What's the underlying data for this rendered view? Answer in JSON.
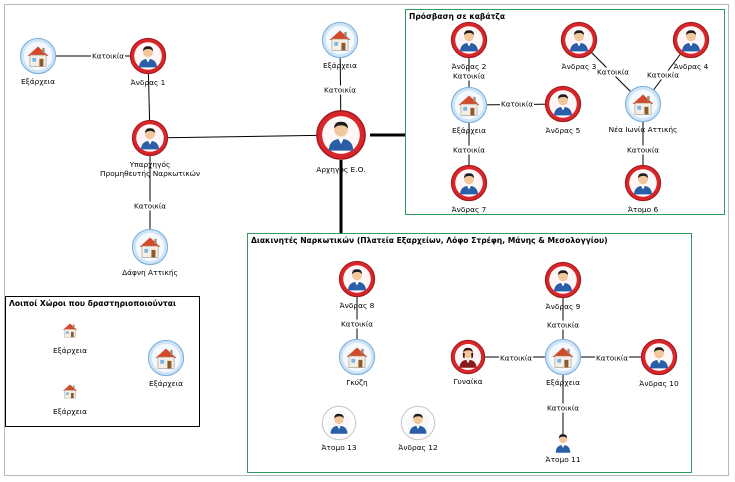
{
  "colors": {
    "person_red": "#d8262b",
    "person_white": "#ffffff",
    "house_blue": "#a9cdee",
    "group_green": "#2f9a62",
    "group_black": "#000000"
  },
  "groups": {
    "kavatza": {
      "title": "Πρόσβαση σε καβάτζα"
    },
    "diakinites": {
      "title": "Διακινητές Ναρκωτικών (Πλατεία Εξαρχείων, Λόφο Στρέφη, Μάνης & Μεσολογγίου)"
    },
    "loipoi": {
      "title": "Λοιποί Χώροι που δραστηριοποιούνται"
    }
  },
  "nodes": [
    {
      "id": "exarcheia_a",
      "type": "house",
      "label": "Εξάρχεια"
    },
    {
      "id": "andras1",
      "type": "person-red",
      "label": "Άνδρας 1"
    },
    {
      "id": "ypaxnikos",
      "type": "person-red",
      "label": "Υπαρχηγός\nΠρομηθευτής Ναρκωτικών"
    },
    {
      "id": "dafni",
      "type": "house",
      "label": "Δάφνη Αττικής"
    },
    {
      "id": "exarcheia_top",
      "type": "house",
      "label": "Εξάρχεια"
    },
    {
      "id": "archigos",
      "type": "person-red-big",
      "label": "Αρχηγός Ε.Ο."
    },
    {
      "id": "andras2",
      "type": "person-red",
      "label": "Άνδρας 2"
    },
    {
      "id": "exarcheia_k",
      "type": "house",
      "label": "Εξάρχεια"
    },
    {
      "id": "andras5",
      "type": "person-red",
      "label": "Άνδρας 5"
    },
    {
      "id": "andras7",
      "type": "person-red",
      "label": "Άνδρας 7"
    },
    {
      "id": "andras3",
      "type": "person-red",
      "label": "Άνδρας 3"
    },
    {
      "id": "andras4",
      "type": "person-red",
      "label": "Άνδρας 4"
    },
    {
      "id": "nea_ionia",
      "type": "house",
      "label": "Νέα Ιωνία Αττικής"
    },
    {
      "id": "atomo6",
      "type": "person-red",
      "label": "Άτομο 6"
    },
    {
      "id": "andras8",
      "type": "person-red",
      "label": "Άνδρας 8"
    },
    {
      "id": "gkyzi",
      "type": "house",
      "label": "Γκύζη"
    },
    {
      "id": "andras9",
      "type": "person-red",
      "label": "Άνδρας 9"
    },
    {
      "id": "gynaika",
      "type": "woman-red",
      "label": "Γυναίκα"
    },
    {
      "id": "exarcheia_d",
      "type": "house",
      "label": "Εξάρχεια"
    },
    {
      "id": "andras10",
      "type": "person-red",
      "label": "Άνδρας 10"
    },
    {
      "id": "atomo13",
      "type": "person-white",
      "label": "Άτομο 13"
    },
    {
      "id": "andras12",
      "type": "person-white",
      "label": "Άνδρας 12"
    },
    {
      "id": "atomo11",
      "type": "person-plain",
      "label": "Άτομο 11"
    },
    {
      "id": "exarcheia_l1",
      "type": "house-small",
      "label": "Εξάρχεια"
    },
    {
      "id": "exarcheia_l2",
      "type": "house",
      "label": "Εξάρχεια"
    },
    {
      "id": "exarcheia_l3",
      "type": "house-small",
      "label": "Εξάρχεια"
    }
  ],
  "edges": [
    {
      "from": "exarcheia_a",
      "to": "andras1",
      "label": "Κατοικία"
    },
    {
      "from": "andras1",
      "to": "ypaxnikos",
      "label": ""
    },
    {
      "from": "ypaxnikos",
      "to": "dafni",
      "label": "Κατοικία"
    },
    {
      "from": "ypaxnikos",
      "to": "archigos",
      "label": ""
    },
    {
      "from": "exarcheia_top",
      "to": "archigos",
      "label": "Κατοικία"
    },
    {
      "from": "andras2",
      "to": "exarcheia_k",
      "label": "Κατοικία"
    },
    {
      "from": "exarcheia_k",
      "to": "andras5",
      "label": "Κατοικία"
    },
    {
      "from": "exarcheia_k",
      "to": "andras7",
      "label": "Κατοικία"
    },
    {
      "from": "andras3",
      "to": "nea_ionia",
      "label": "Κατοικία"
    },
    {
      "from": "andras4",
      "to": "nea_ionia",
      "label": "Κατοικία"
    },
    {
      "from": "nea_ionia",
      "to": "atomo6",
      "label": "Κατοικία"
    },
    {
      "from": "andras8",
      "to": "gkyzi",
      "label": "Κατοικία"
    },
    {
      "from": "andras9",
      "to": "exarcheia_d",
      "label": "Κατοικία"
    },
    {
      "from": "gynaika",
      "to": "exarcheia_d",
      "label": "Κατοικία"
    },
    {
      "from": "exarcheia_d",
      "to": "andras10",
      "label": "Κατοικία"
    },
    {
      "from": "exarcheia_d",
      "to": "atomo11",
      "label": "Κατοικία"
    }
  ]
}
